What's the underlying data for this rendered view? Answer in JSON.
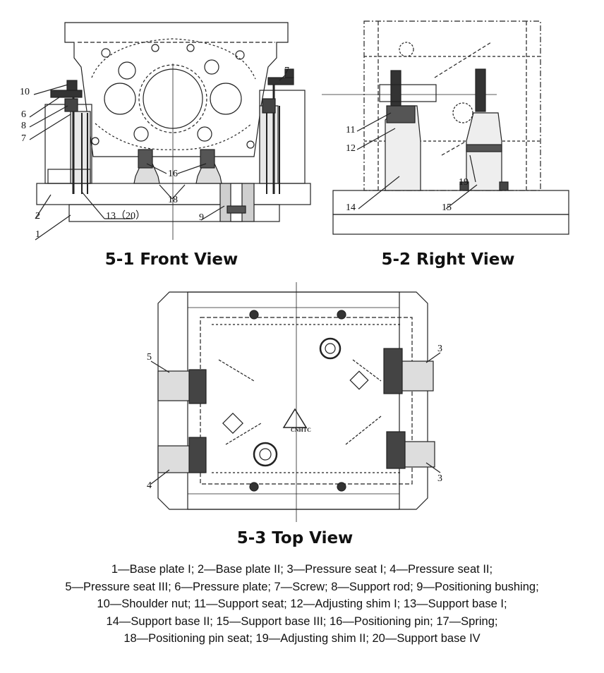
{
  "views": {
    "front": {
      "caption": "5-1 Front View",
      "callouts": [
        "10",
        "6",
        "8",
        "7",
        "2",
        "1",
        "7",
        "16",
        "18",
        "13（20）",
        "9"
      ]
    },
    "right": {
      "caption": "5-2 Right View",
      "callouts": [
        "11",
        "12",
        "14",
        "19",
        "15"
      ]
    },
    "top": {
      "caption": "5-3 Top View",
      "callouts": [
        "5",
        "4",
        "3",
        "3"
      ],
      "logo_text": "CNHTC"
    }
  },
  "legend": {
    "lines": [
      "1—Base plate I; 2—Base plate II; 3—Pressure seat I; 4—Pressure seat II;",
      "5—Pressure seat III; 6—Pressure plate; 7—Screw; 8—Support rod; 9—Positioning bushing;",
      "10—Shoulder nut; 11—Support seat; 12—Adjusting shim I; 13—Support base I;",
      "14—Support base II; 15—Support base III; 16—Positioning pin; 17—Spring;",
      "18—Positioning pin seat; 19—Adjusting shim II; 20—Support base IV"
    ]
  }
}
